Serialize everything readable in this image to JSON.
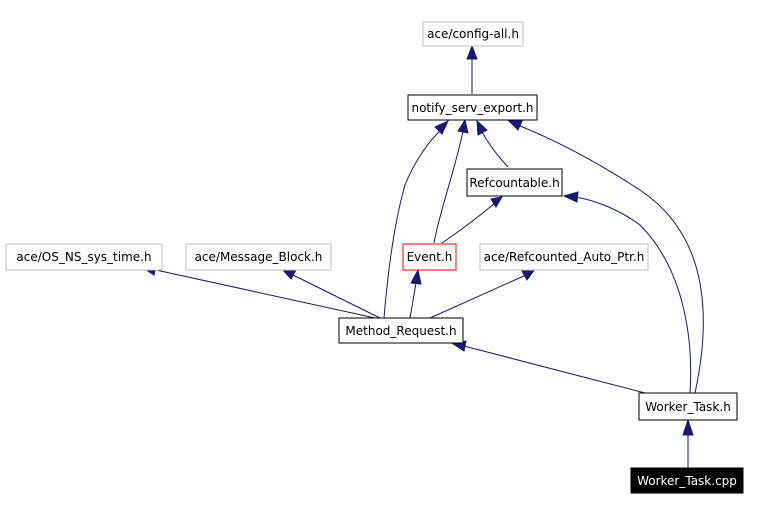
{
  "colors": {
    "edge": "#191970",
    "library_border": "#bfbfbf",
    "local_border": "#000000",
    "highlight_border": "#ff0000",
    "root_fill": "#000000",
    "root_text": "#ffffff"
  },
  "nodes": {
    "config_all": {
      "label": "ace/config-all.h",
      "kind": "library"
    },
    "notify_serv_export": {
      "label": "notify_serv_export.h",
      "kind": "local"
    },
    "refcountable": {
      "label": "Refcountable.h",
      "kind": "local"
    },
    "os_ns_sys_time": {
      "label": "ace/OS_NS_sys_time.h",
      "kind": "library"
    },
    "message_block": {
      "label": "ace/Message_Block.h",
      "kind": "library"
    },
    "event": {
      "label": "Event.h",
      "kind": "highlighted"
    },
    "refcounted_auto_ptr": {
      "label": "ace/Refcounted_Auto_Ptr.h",
      "kind": "library"
    },
    "method_request": {
      "label": "Method_Request.h",
      "kind": "local"
    },
    "worker_task_h": {
      "label": "Worker_Task.h",
      "kind": "local"
    },
    "worker_task_cpp": {
      "label": "Worker_Task.cpp",
      "kind": "root"
    }
  },
  "edges": [
    {
      "from": "notify_serv_export",
      "to": "config_all"
    },
    {
      "from": "refcountable",
      "to": "notify_serv_export"
    },
    {
      "from": "event",
      "to": "notify_serv_export"
    },
    {
      "from": "event",
      "to": "refcountable"
    },
    {
      "from": "method_request",
      "to": "notify_serv_export"
    },
    {
      "from": "method_request",
      "to": "os_ns_sys_time"
    },
    {
      "from": "method_request",
      "to": "message_block"
    },
    {
      "from": "method_request",
      "to": "event"
    },
    {
      "from": "method_request",
      "to": "refcounted_auto_ptr"
    },
    {
      "from": "worker_task_h",
      "to": "method_request"
    },
    {
      "from": "worker_task_h",
      "to": "refcountable"
    },
    {
      "from": "worker_task_h",
      "to": "notify_serv_export"
    },
    {
      "from": "worker_task_cpp",
      "to": "worker_task_h"
    }
  ]
}
